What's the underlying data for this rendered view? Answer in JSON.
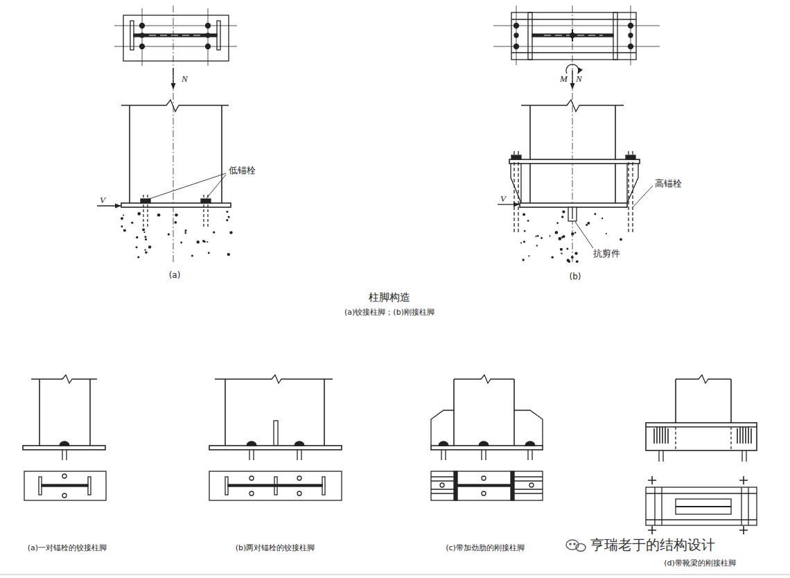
{
  "diagram": {
    "title": "柱脚构造",
    "caption": "(a)铰接柱脚；(b)刚接柱脚",
    "labels": [
      "N",
      "M",
      "N",
      "低锚栓",
      "V",
      "高锚栓",
      "V",
      "抗剪件",
      "(a)",
      "(b)",
      "(a)一对锚栓的铰接柱脚",
      "(b)两对锚栓的铰接柱脚",
      "(c)带加劲肋的刚接柱脚",
      "(d)带靴梁的刚接柱脚",
      "亨瑞老于的结构设计"
    ]
  }
}
